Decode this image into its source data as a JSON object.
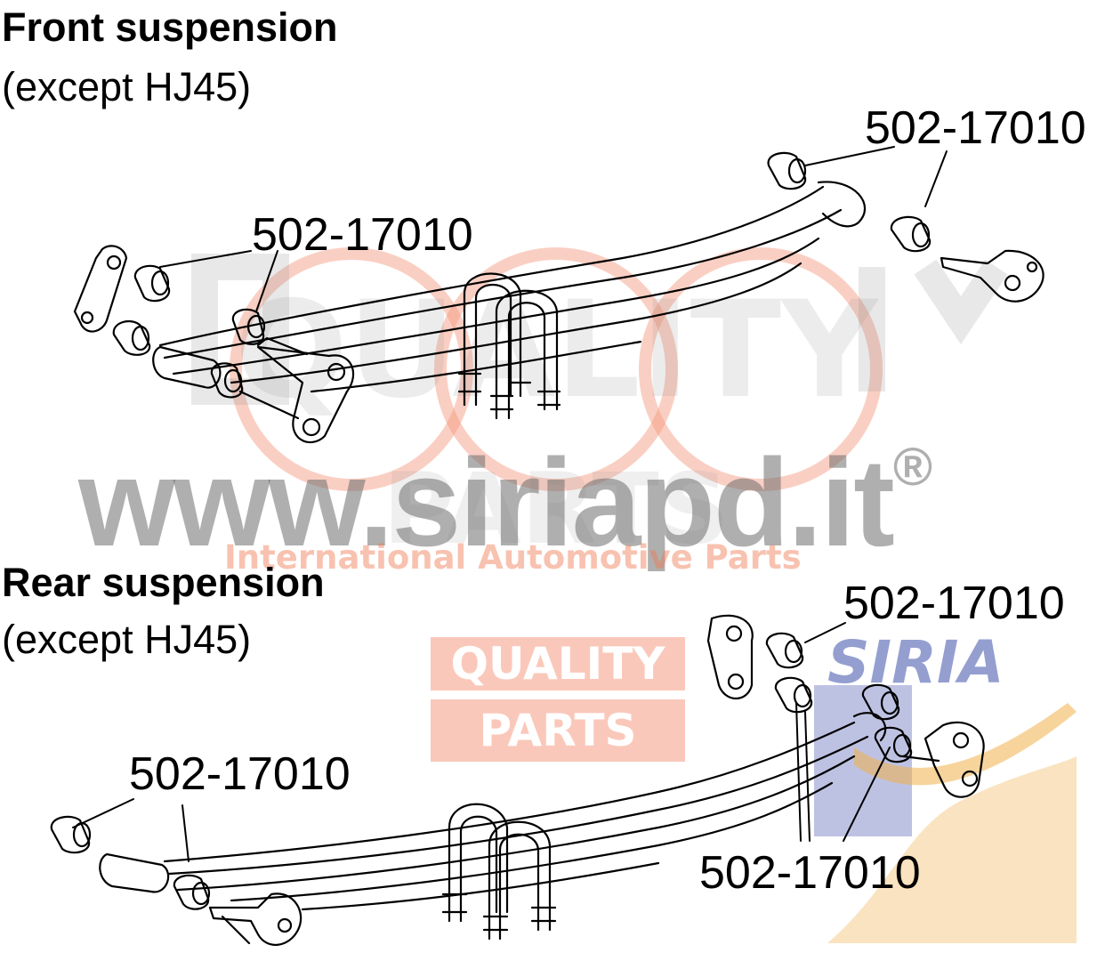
{
  "front": {
    "title": "Front suspension",
    "subtitle": "(except HJ45)",
    "labels": [
      "502-17010",
      "502-17010"
    ]
  },
  "rear": {
    "title": "Rear suspension",
    "subtitle": "(except HJ45)",
    "labels": [
      "502-17010",
      "502-17010",
      "502-17010"
    ]
  },
  "watermark": {
    "url": "www.siriapd.it",
    "registered": "®",
    "tagline": "International Automotive Parts",
    "logo_line1": "QUALITY",
    "logo_line2": "PARTS",
    "logo_big_line1": "QUALITY",
    "logo_big_line2": "PARTS",
    "brand": "SIRIA",
    "colors": {
      "orange": "#f3957a",
      "gray": "#8a8a8a",
      "blue": "#3c50aa",
      "yellow": "#f0b04a"
    }
  }
}
